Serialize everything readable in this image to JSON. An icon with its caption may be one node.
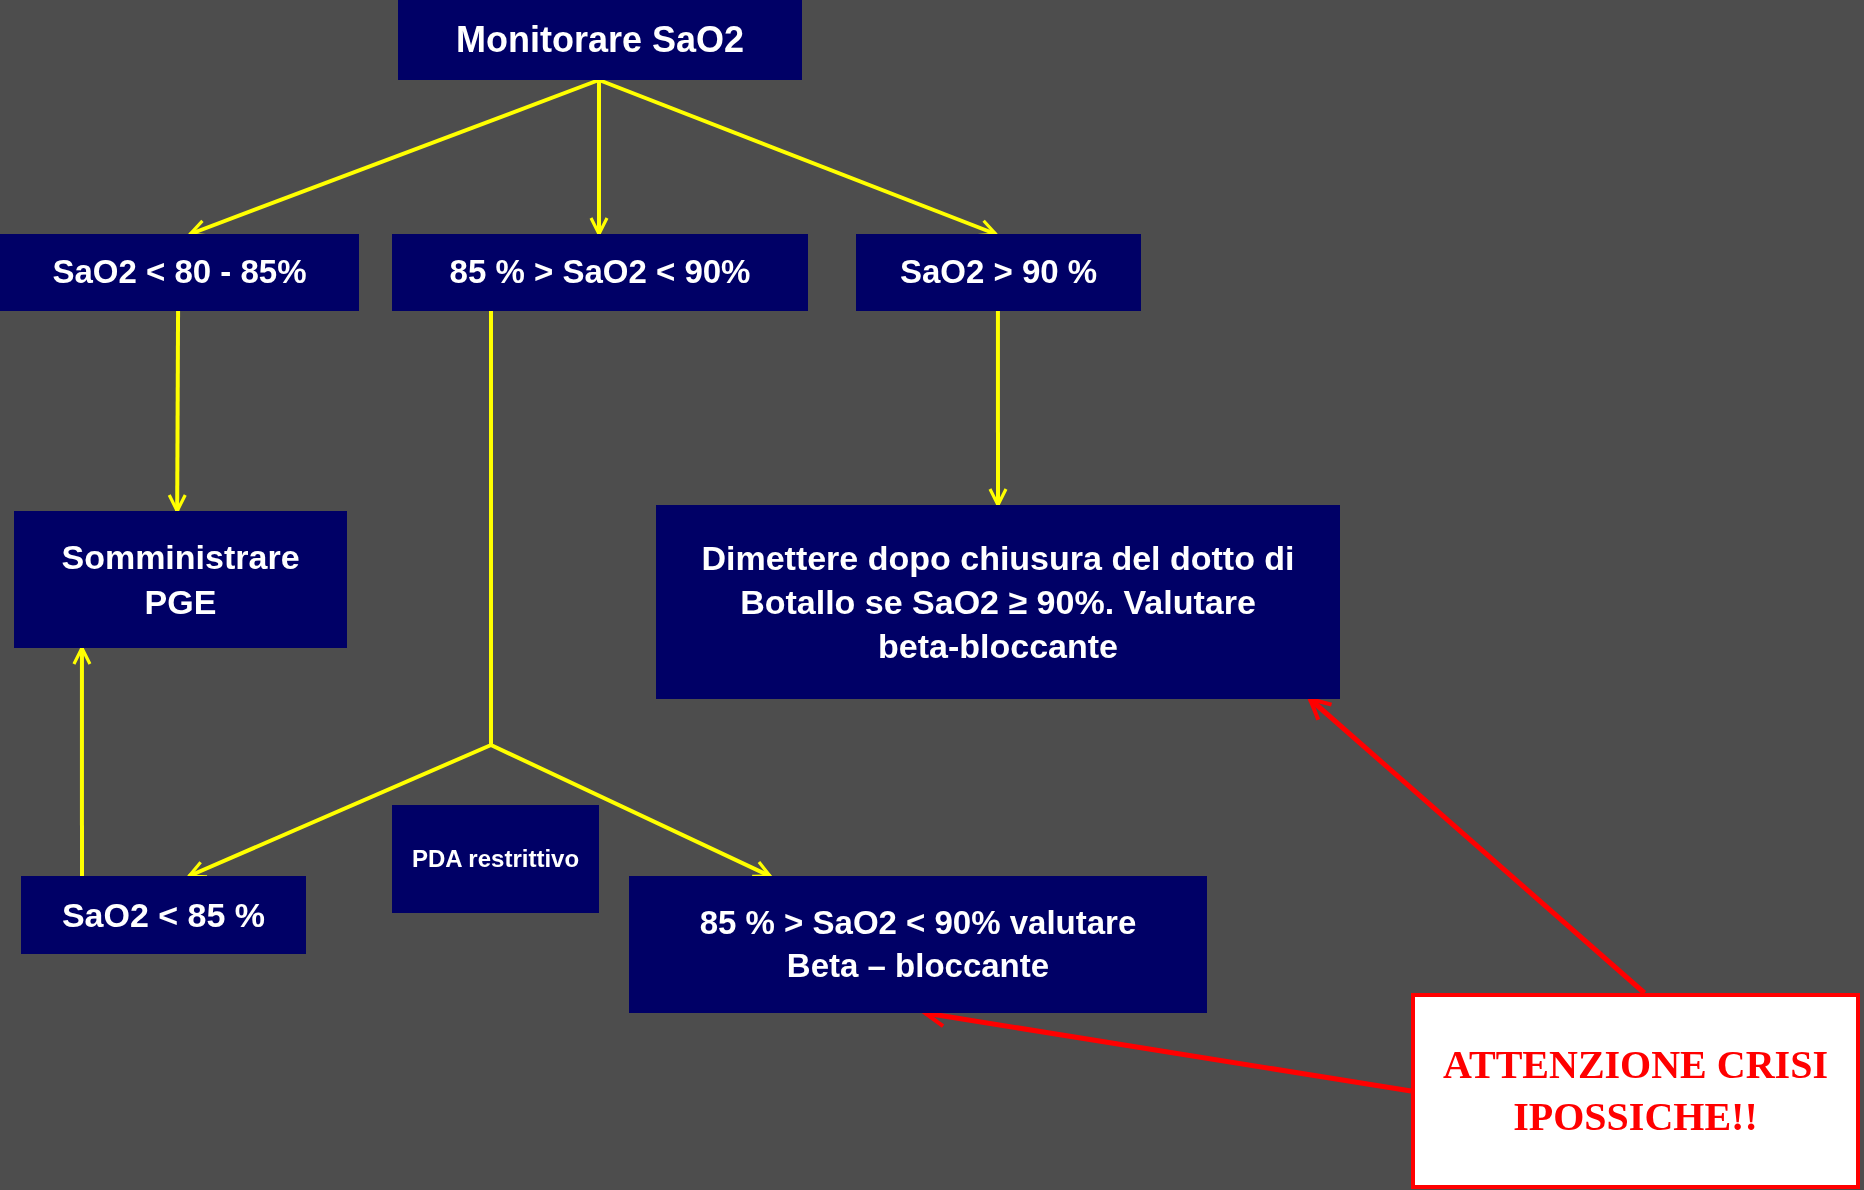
{
  "diagram": {
    "nodes": [
      {
        "text": [
          "Monitorare  SaO2"
        ]
      },
      {
        "text": [
          "SaO2 < 80 - 85%"
        ]
      },
      {
        "text": [
          "85 % > SaO2 < 90%"
        ]
      },
      {
        "text": [
          "SaO2 > 90 %"
        ]
      },
      {
        "text": [
          "Somministrare PGE"
        ]
      },
      {
        "text": [
          "Dimettere dopo chiusura del dotto di Botallo se SaO2 ≥ 90%. Valutare beta-bloccante"
        ]
      },
      {
        "text": [
          "PDA restrittivo"
        ]
      },
      {
        "text": [
          "SaO2 < 85 %"
        ]
      },
      {
        "text": [
          "85 % > SaO2 < 90% valutare Beta – bloccante"
        ]
      },
      {
        "text": [
          "ATTENZIONE CRISI IPOSSICHE!!"
        ]
      }
    ],
    "edges": [
      {
        "from": 0,
        "to": 1,
        "arrow": "to"
      },
      {
        "from": 0,
        "to": 2,
        "arrow": "to"
      },
      {
        "from": 0,
        "to": 3,
        "arrow": "to"
      },
      {
        "from": 1,
        "to": 4,
        "arrow": "to"
      },
      {
        "from": 3,
        "to": 5,
        "arrow": "to"
      },
      {
        "from": 7,
        "to": 4,
        "arrow": "to"
      },
      {
        "from": 2,
        "to": 7,
        "arrow": "to"
      },
      {
        "from": 2,
        "to": 8,
        "arrow": "to"
      },
      {
        "from": 9,
        "to": 5,
        "arrow": "to",
        "color": "#ff0000"
      },
      {
        "from": 9,
        "to": 8,
        "arrow": "to",
        "color": "#ff0000"
      }
    ]
  }
}
